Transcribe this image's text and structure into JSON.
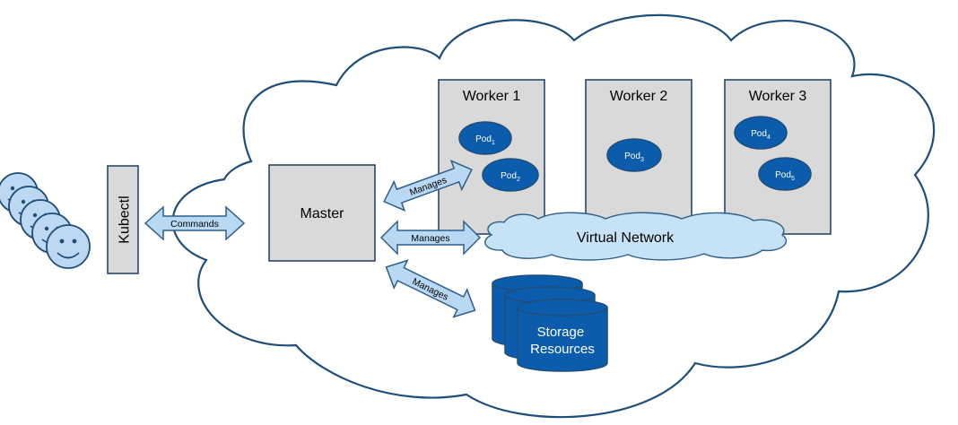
{
  "users": {
    "count": 5
  },
  "kubectl": {
    "label": "Kubectl"
  },
  "master": {
    "label": "Master"
  },
  "arrows": {
    "commands": "Commands",
    "manages_workers": "Manages",
    "manages_network": "Manages",
    "manages_storage": "Manages"
  },
  "workers": [
    {
      "label": "Worker 1",
      "pods": [
        {
          "name": "Pod",
          "sub": "1"
        },
        {
          "name": "Pod",
          "sub": "2"
        }
      ]
    },
    {
      "label": "Worker 2",
      "pods": [
        {
          "name": "Pod",
          "sub": "3"
        }
      ]
    },
    {
      "label": "Worker 3",
      "pods": [
        {
          "name": "Pod",
          "sub": "4"
        },
        {
          "name": "Pod",
          "sub": "5"
        }
      ]
    }
  ],
  "network": {
    "label": "Virtual Network"
  },
  "storage": {
    "line1": "Storage",
    "line2": "Resources"
  },
  "colors": {
    "cloud_stroke": "#1f4e79",
    "box_fill": "#d9d9d9",
    "box_stroke": "#1f3b5c",
    "pod_fill": "#0b5cad",
    "pod_stroke": "#1f4e79",
    "arrow_fill": "#b9d8f3",
    "arrow_stroke": "#2e5f8a",
    "network_fill": "#c5e2f7",
    "face_fill": "#bcd8f2"
  }
}
